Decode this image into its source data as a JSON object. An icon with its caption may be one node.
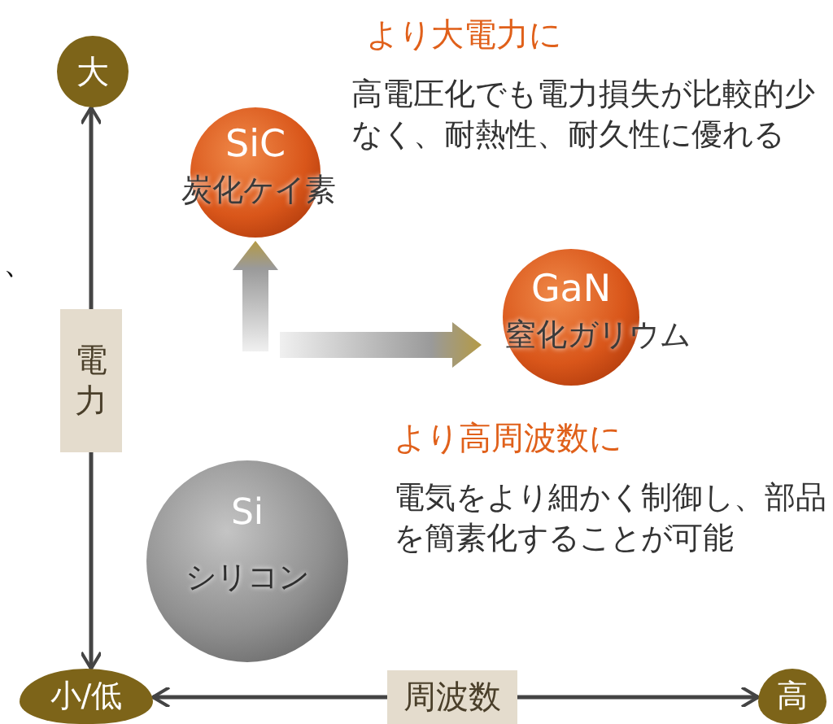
{
  "diagram": {
    "nodes": [
      {
        "text": [
          "大"
        ]
      },
      {
        "text": [
          "電力"
        ]
      },
      {
        "text": [
          "小/低"
        ]
      },
      {
        "text": [
          "周波数"
        ]
      },
      {
        "text": [
          "高"
        ]
      },
      {
        "text": [
          "SiC",
          "炭化ケイ素"
        ]
      },
      {
        "text": [
          "GaN",
          "窒化ガリウム"
        ]
      },
      {
        "text": [
          "Si",
          "シリコン"
        ]
      }
    ],
    "edges": [
      {
        "from": 1,
        "to": 0,
        "arrow": "to"
      },
      {
        "from": 1,
        "to": 2,
        "arrow": "to"
      },
      {
        "from": 3,
        "to": 2,
        "arrow": "to"
      },
      {
        "from": 3,
        "to": 4,
        "arrow": "to"
      },
      {
        "from": null,
        "to": 5,
        "arrow": "to",
        "style": "thick"
      },
      {
        "from": null,
        "to": 6,
        "arrow": "to",
        "style": "thick"
      }
    ],
    "labels": [
      "より大電力に",
      "高電圧化でも電力損失が比較的少なく、耐熱性、耐久性に優れる",
      "より高周波数に",
      "電気をより細かく制御し、部品を簡素化することが可能",
      "、"
    ]
  }
}
